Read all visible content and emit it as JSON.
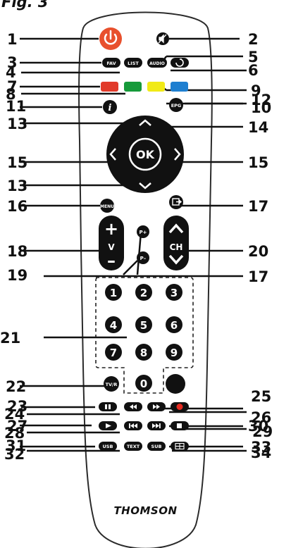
{
  "figure_label": "Fig. 3",
  "brand": "THOMSON",
  "buttons": {
    "fav": "FAV",
    "list": "LIST",
    "audio": "AUDIO",
    "info": "i",
    "epg": "EPG",
    "ok": "OK",
    "menu": "MENU",
    "vol_plus": "+",
    "vol_label": "V",
    "vol_minus": "–",
    "ch_label": "CH",
    "page_plus": "P+",
    "page_minus": "P–",
    "digits": [
      "1",
      "2",
      "3",
      "4",
      "5",
      "6",
      "7",
      "8",
      "9",
      "0"
    ],
    "tvr": "TV/R",
    "usb": "USB",
    "text": "TEXT",
    "sub": "SUB"
  },
  "colors": {
    "power": "#e8502d",
    "red_key": "#e13a2a",
    "green_key": "#169a3a",
    "yellow_key": "#f1ea16",
    "blue_key": "#1e7fd0",
    "record": "#e52a20",
    "remote_outline": "#2b2b2b",
    "button_fill": "#111111"
  },
  "callouts": [
    {
      "n": "1",
      "icon": "power-icon"
    },
    {
      "n": "2",
      "icon": "mute-icon"
    },
    {
      "n": "3",
      "icon": "fav"
    },
    {
      "n": "4",
      "icon": "list"
    },
    {
      "n": "5",
      "icon": "audio"
    },
    {
      "n": "6",
      "icon": "recall-icon"
    },
    {
      "n": "7",
      "icon": "red-key"
    },
    {
      "n": "8",
      "icon": "green-key"
    },
    {
      "n": "9",
      "icon": "yellow-key"
    },
    {
      "n": "10",
      "icon": "blue-key"
    },
    {
      "n": "11",
      "icon": "info-icon"
    },
    {
      "n": "12",
      "icon": "epg"
    },
    {
      "n": "13",
      "icon": "arrow-up-icon"
    },
    {
      "n": "14",
      "icon": "ok"
    },
    {
      "n": "15",
      "icon": "arrow-left-icon"
    },
    {
      "n": "15",
      "icon": "arrow-right-icon"
    },
    {
      "n": "13",
      "icon": "arrow-down-icon"
    },
    {
      "n": "16",
      "icon": "menu"
    },
    {
      "n": "17",
      "icon": "exit-icon"
    },
    {
      "n": "18",
      "icon": "volume-rocker"
    },
    {
      "n": "20",
      "icon": "channel-rocker"
    },
    {
      "n": "19",
      "icon": "page-buttons"
    },
    {
      "n": "17",
      "icon": "digit-pad"
    },
    {
      "n": "21",
      "icon": "numeric-keypad"
    },
    {
      "n": "22",
      "icon": "tv-radio"
    },
    {
      "n": "25",
      "icon": "fast-forward-icon"
    },
    {
      "n": "23",
      "icon": "pause-icon"
    },
    {
      "n": "24",
      "icon": "rewind-icon"
    },
    {
      "n": "26",
      "icon": "record-icon"
    },
    {
      "n": "29",
      "icon": "next-icon"
    },
    {
      "n": "27",
      "icon": "play-icon"
    },
    {
      "n": "28",
      "icon": "previous-icon"
    },
    {
      "n": "30",
      "icon": "stop-icon"
    },
    {
      "n": "33",
      "icon": "subtitle"
    },
    {
      "n": "31",
      "icon": "usb"
    },
    {
      "n": "34",
      "icon": "grid-icon"
    },
    {
      "n": "32",
      "icon": "teletext"
    }
  ]
}
